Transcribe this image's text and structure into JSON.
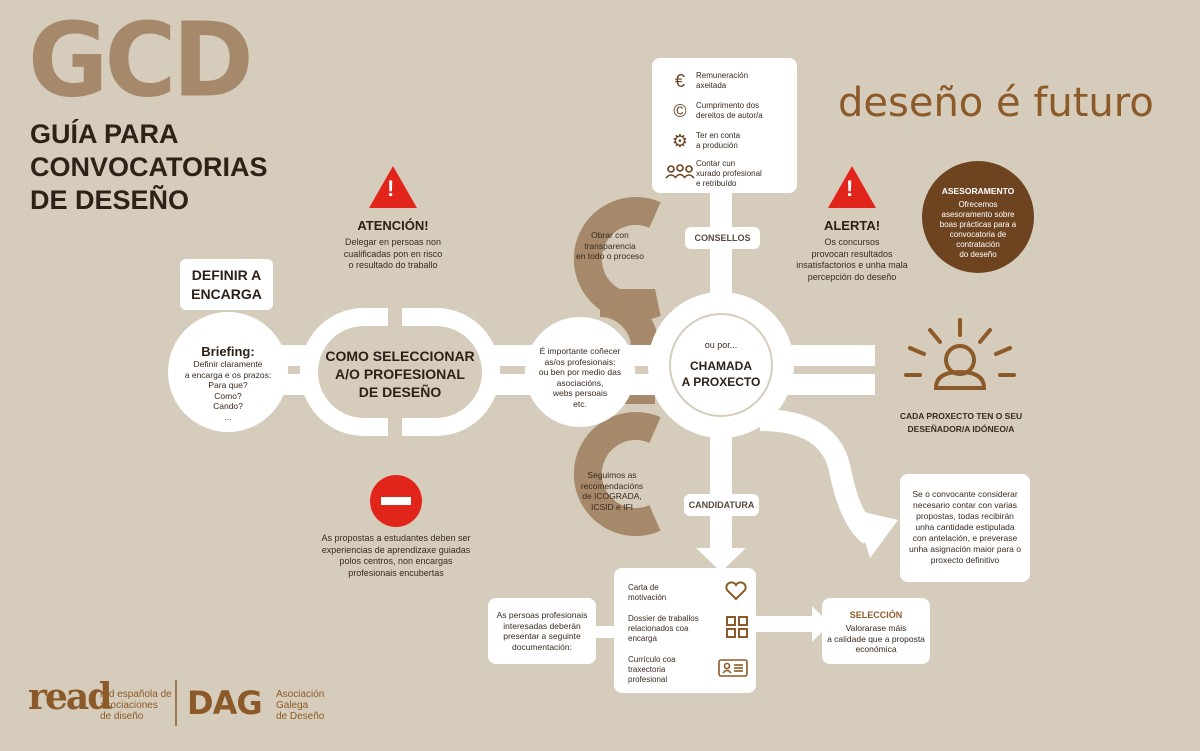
{
  "title": {
    "acronym": "GCD",
    "line1": "GUÍA PARA",
    "line2": "CONVOCATORIAS",
    "line3": "DE DESEÑO"
  },
  "tagline": "deseño é futuro",
  "definir": {
    "line1": "DEFINIR A",
    "line2": "ENCARGA"
  },
  "briefing": {
    "title": "Briefing:",
    "lines": [
      "Definir claramente",
      "a encarga e os prazos:",
      "Para que?",
      "Como?",
      "Cando?",
      "..."
    ]
  },
  "como": {
    "line1": "COMO SELECCIONAR",
    "line2": "A/O PROFESIONAL",
    "line3": "DE DESEÑO"
  },
  "importante": {
    "lines": [
      "É importante coñecer",
      "as/os profesionais:",
      "ou ben por medio das",
      "asociacións,",
      "webs persoais",
      "etc."
    ]
  },
  "chamada": {
    "pre": "ou por...",
    "line1": "CHAMADA",
    "line2": "A PROXECTO"
  },
  "atencion": {
    "title": "ATENCIÓN!",
    "lines": [
      "Delegar en persoas non",
      "cualificadas pon en risco",
      "o resultado do traballo"
    ]
  },
  "alerta": {
    "title": "ALERTA!",
    "lines": [
      "Os concursos",
      "provocan resultados",
      "insatisfactorios e unha mala",
      "percepción do deseño"
    ]
  },
  "obrar": {
    "lines": [
      "Obrar con",
      "transparencia",
      "en todo o proceso"
    ]
  },
  "seguimos": {
    "lines": [
      "Seguimos as",
      "recomendacións",
      "de ICOGRADA,",
      "ICSID e IFI"
    ]
  },
  "consellos": {
    "label": "CONSELLOS",
    "items": [
      {
        "icon": "euro-icon",
        "glyph": "€",
        "lines": [
          "Remuneración",
          "axeitada"
        ]
      },
      {
        "icon": "copyright-icon",
        "glyph": "©",
        "lines": [
          "Cumprimento dos",
          "dereitos de autor/a"
        ]
      },
      {
        "icon": "gear-icon",
        "glyph": "⚙",
        "lines": [
          "Ter en conta",
          "a produción"
        ]
      },
      {
        "icon": "people-icon",
        "glyph": "",
        "lines": [
          "Contar cun",
          "xurado profesional",
          "e retribuído"
        ]
      }
    ]
  },
  "asesoramento": {
    "title": "ASESORAMENTO",
    "lines": [
      "Ofrecemos",
      "asesoramento sobre",
      "boas prácticas para a",
      "convocatoria de",
      "contratación",
      "do deseño"
    ]
  },
  "cada_proxecto": {
    "lines": [
      "CADA PROXECTO TEN O SEU",
      "DESEÑADOR/A IDÓNEO/A"
    ]
  },
  "prohibido": {
    "lines": [
      "As propostas a estudantes deben ser",
      "experiencias de aprendizaxe guiadas",
      "polos centros, non encargas",
      "profesionais encubertas"
    ]
  },
  "candidatura": {
    "label": "CANDIDATURA"
  },
  "varias": {
    "lines": [
      "Se o convocante considerar",
      "necesario contar con varias",
      "propostas, todas recibirán",
      "unha cantidade estipulada",
      "con antelación, e preverase",
      "unha asignación maior para o",
      "proxecto definitivo"
    ]
  },
  "persoas": {
    "lines": [
      "As persoas profesionais",
      "interesadas deberán",
      "presentar a seguinte",
      "documentación:"
    ]
  },
  "docs": {
    "items": [
      {
        "icon": "heart-icon",
        "lines": [
          "Carta de",
          "motivación"
        ]
      },
      {
        "icon": "grid-icon",
        "lines": [
          "Dossier de traballos",
          "relacionados coa",
          "encarga"
        ]
      },
      {
        "icon": "id-card-icon",
        "lines": [
          "Currículo coa",
          "traxectoria",
          "profesional"
        ]
      }
    ]
  },
  "seleccion": {
    "title": "SELECCIÓN",
    "lines": [
      "Valorarase máis",
      "a calidade que a proposta",
      "económica"
    ]
  },
  "footer": {
    "read_logo": "read",
    "read_lines": [
      "red española de",
      "asociaciones",
      "de diseño"
    ],
    "dag_logo": "DAG",
    "dag_lines": [
      "Asociación",
      "Galega",
      "de Deseño"
    ]
  },
  "colors": {
    "background": "#d6ccbb",
    "brown": "#8c5a28",
    "tan": "#a5896a",
    "alert_red": "#e1251b",
    "dark_brown": "#6e4420"
  }
}
